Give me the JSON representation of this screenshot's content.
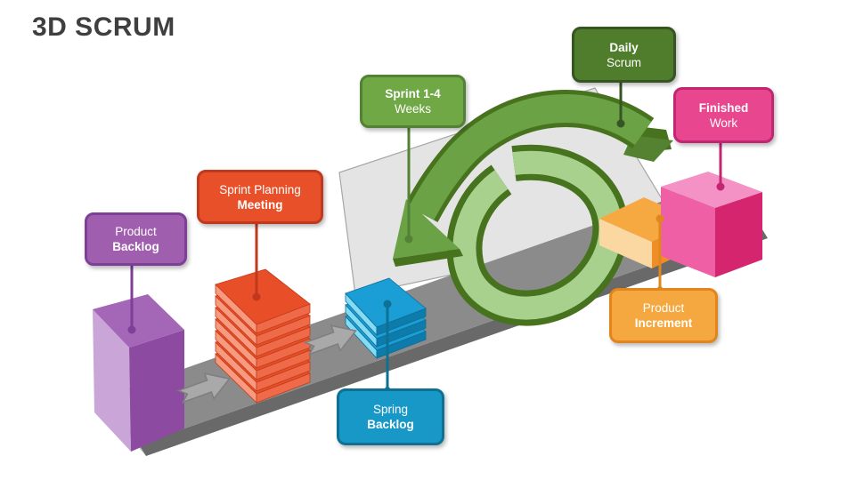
{
  "title": "3D SCRUM",
  "labels": {
    "product_backlog": {
      "line1": "Product",
      "line2": "Backlog",
      "fill": "#a05fae",
      "border": "#7d3f98"
    },
    "sprint_planning": {
      "line1": "Sprint Planning",
      "line2": "Meeting",
      "fill": "#e8502a",
      "border": "#c0391c"
    },
    "sprint_weeks": {
      "line1": "Sprint 1-4",
      "line2": "Weeks",
      "fill": "#70a845",
      "border": "#538135"
    },
    "daily_scrum": {
      "line1": "Daily",
      "line2": "Scrum",
      "fill": "#507d2b",
      "border": "#375423"
    },
    "finished_work": {
      "line1": "Finished",
      "line2": "Work",
      "fill": "#e8478f",
      "border": "#c22572"
    },
    "product_increment": {
      "line1": "Product",
      "line2": "Increment",
      "fill": "#f5a83f",
      "border": "#e0861d"
    },
    "sprint_backlog": {
      "line1": "Spring",
      "line2": "Backlog",
      "fill": "#1798c6",
      "border": "#0e7193"
    }
  },
  "palette": {
    "title_color": "#3f3f3f",
    "ramp_top": "#8b8b8b",
    "ramp_front": "#696969",
    "ramp_end": "#b4b4b4",
    "panel_fill": "#e4e4e4",
    "panel_border": "#a6a6a6",
    "gray_arrow_fill": "#a9a9a9",
    "gray_arrow_border": "#7e7e7e",
    "green_main": "#6aa245",
    "green_dark": "#47731f",
    "green_light": "#a9d18e",
    "green_tail": "#558230",
    "purple_top": "#a466b6",
    "purple_left": "#c9a5d8",
    "purple_front": "#8c4ba0",
    "orange_stack_top": "#e84e28",
    "orange_stack_left": "#f79a80",
    "orange_stack_right": "#ee6a48",
    "orange_stack_edge": "#c33d1a",
    "blue_top": "#1b9ed6",
    "blue_left": "#85dcf2",
    "blue_right": "#0e7cab",
    "blue_edge": "#0b6e99",
    "inc_top": "#f7a941",
    "inc_left": "#fbd7a1",
    "inc_right": "#ef8e26",
    "pink_top": "#f491c5",
    "pink_front": "#ee5fa5",
    "pink_right": "#d6256f"
  }
}
